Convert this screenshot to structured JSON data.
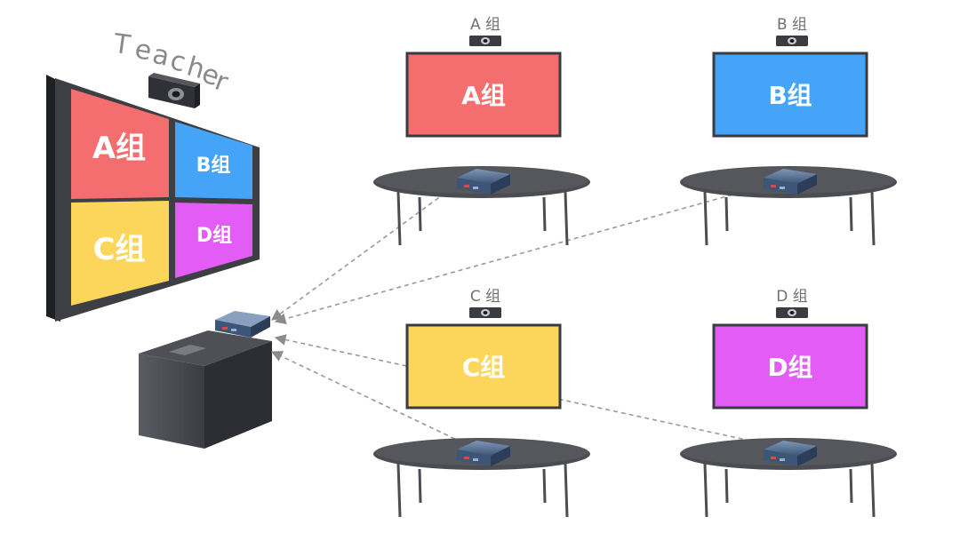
{
  "teacher": {
    "title_letters": [
      "T",
      "e",
      "a",
      "c",
      "h",
      "e",
      "r"
    ],
    "panels": [
      {
        "label": "A组",
        "color": "#f46e6f"
      },
      {
        "label": "B组",
        "color": "#45a4f8"
      },
      {
        "label": "C组",
        "color": "#fbd65b"
      },
      {
        "label": "D组",
        "color": "#e35cf5"
      }
    ]
  },
  "groups": [
    {
      "id": "a",
      "label": "A 组",
      "screen_label": "A组",
      "color": "#f46e6f"
    },
    {
      "id": "b",
      "label": "B 组",
      "screen_label": "B组",
      "color": "#45a4f8"
    },
    {
      "id": "c",
      "label": "C 组",
      "screen_label": "C组",
      "color": "#fbd65b"
    },
    {
      "id": "d",
      "label": "D 组",
      "screen_label": "D组",
      "color": "#e35cf5"
    }
  ],
  "colors": {
    "bezel": "#3d3f44",
    "table_top": "#4b4d52",
    "connection_line": "#9a9a9a",
    "device_body": "#4a6488"
  }
}
